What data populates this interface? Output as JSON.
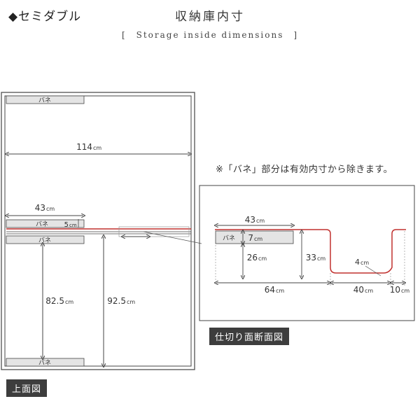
{
  "header": {
    "model_label": "◆セミダブル",
    "title": "収納庫内寸",
    "subtitle": "[　Storage inside dimensions　]"
  },
  "note": "※「バネ」部分は有効内寸から除きます。",
  "tags": {
    "top_view": "上面図",
    "section_view": "仕切り面断面図"
  },
  "top_view": {
    "spring_label": "バネ",
    "width": {
      "value": "114",
      "unit": "cm"
    },
    "partition_depth": {
      "value": "43",
      "unit": "cm"
    },
    "spring_small": {
      "value": "5",
      "unit": "cm"
    },
    "inner_depth_1": {
      "value": "82.5",
      "unit": "cm"
    },
    "inner_depth_2": {
      "value": "92.5",
      "unit": "cm"
    }
  },
  "section_view": {
    "spring_label": "バネ",
    "top_width": {
      "value": "43",
      "unit": "cm"
    },
    "spring_height": {
      "value": "7",
      "unit": "cm"
    },
    "inner_height": {
      "value": "26",
      "unit": "cm"
    },
    "partition_height": {
      "value": "33",
      "unit": "cm"
    },
    "bottom_gap": {
      "value": "4",
      "unit": "cm"
    },
    "base_width": {
      "value": "64",
      "unit": "cm"
    },
    "trough_width": {
      "value": "40",
      "unit": "cm"
    },
    "end_width": {
      "value": "10",
      "unit": "cm"
    }
  },
  "colors": {
    "accent_red": "#c0302e",
    "line": "#444444",
    "spring_fill": "#e4e4e4"
  }
}
